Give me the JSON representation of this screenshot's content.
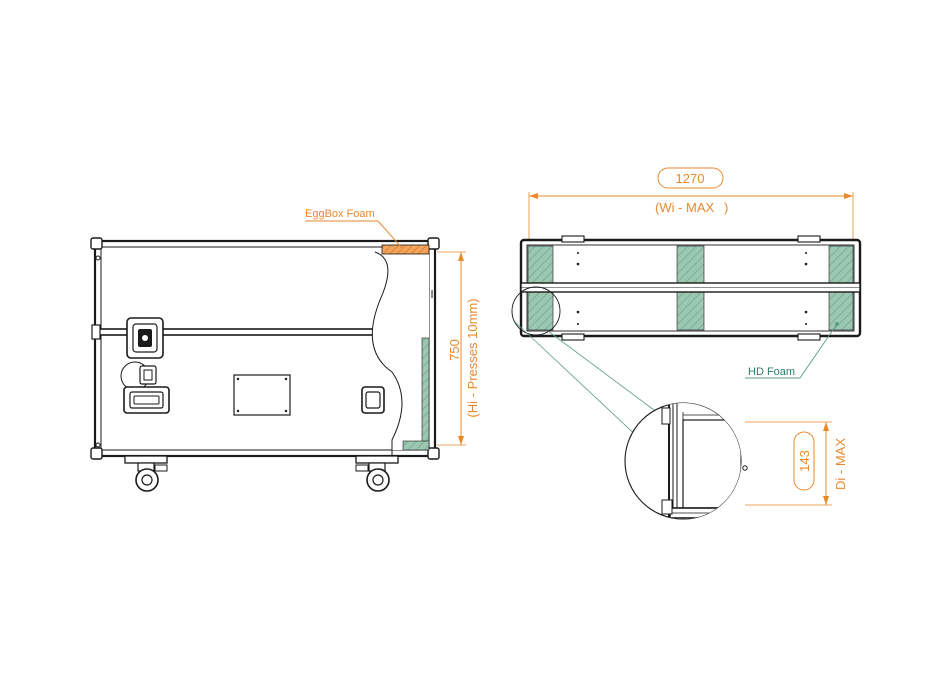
{
  "labels": {
    "eggbox_foam": "EggBox Foam",
    "hd_foam": "HD Foam"
  },
  "dimensions": {
    "height_value": "750",
    "height_note": "(Hi - Presses 10mm)",
    "width_value": "1270",
    "width_note": "(Wi - MAX",
    "width_note_end": ")",
    "depth_value": "143",
    "depth_note": "Di - MAX"
  },
  "colors": {
    "dimension": "#e8892e",
    "foam_hd": "#9cc7b3",
    "foam_hd_hatch": "#6fa58e",
    "foam_egg": "#f3a35a",
    "foam_label": "#2e7d6b",
    "line": "#1a1a1a"
  }
}
